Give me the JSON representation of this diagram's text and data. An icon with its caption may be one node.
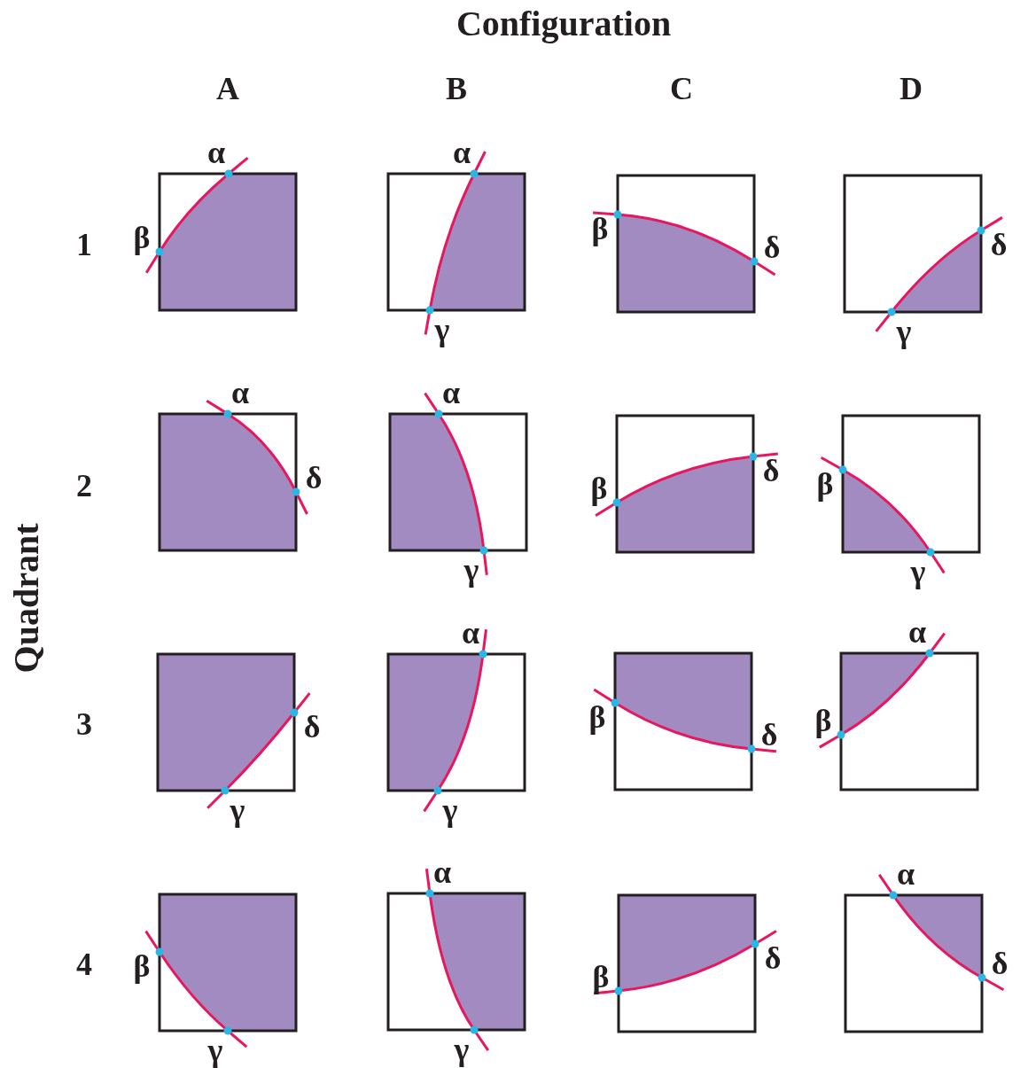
{
  "diagram": {
    "title": "Configuration",
    "labels": [
      "A",
      "B",
      "C",
      "D",
      "Quadrant",
      "1",
      "α",
      "β",
      "α",
      "γ",
      "β",
      "δ",
      "δ",
      "γ",
      "2",
      "α",
      "δ",
      "α",
      "γ",
      "δ",
      "β",
      "β",
      "γ",
      "3",
      "δ",
      "γ",
      "α",
      "γ",
      "β",
      "δ",
      "α",
      "β",
      "4",
      "β",
      "γ",
      "α",
      "γ",
      "δ",
      "β",
      "α",
      "δ"
    ]
  }
}
